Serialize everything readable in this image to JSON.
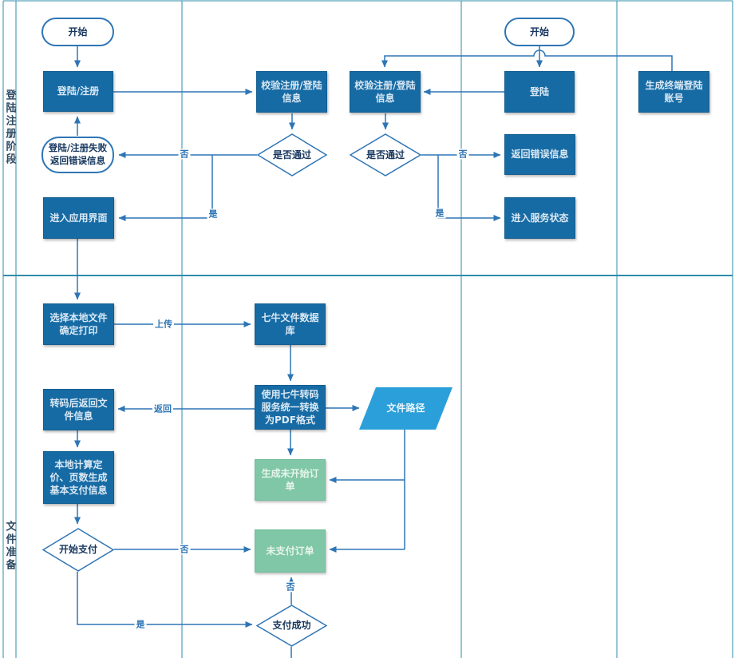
{
  "colors": {
    "process_fill": "#176BA4",
    "process_border": "#135E92",
    "process_text": "#D9E8F4",
    "green_fill": "#7FC7A6",
    "green_border": "#74BD9C",
    "green_text": "#E7F4EC",
    "io_fill": "#2B9FD9",
    "io_text": "#EAF5FC",
    "connector": "#2E75B5",
    "lane_line": "#2E8CA8",
    "dark_text": "#17375E"
  },
  "lanes": [
    {
      "label": "登陆注册阶段"
    },
    {
      "label": "文件准备"
    }
  ],
  "nodes": {
    "start_left": {
      "label": "开始",
      "type": "terminator"
    },
    "login_register": {
      "label": "登陆/注册",
      "type": "process"
    },
    "verify_left": {
      "label": "校验注册/登陆信息",
      "type": "process"
    },
    "pass_left": {
      "label": "是否通过",
      "type": "decision"
    },
    "fail_oval": {
      "label": "登陆/注册失败返回错误信息",
      "type": "terminator"
    },
    "enter_app": {
      "label": "进入应用界面",
      "type": "process"
    },
    "start_right": {
      "label": "开始",
      "type": "terminator"
    },
    "login_box": {
      "label": "登陆",
      "type": "process"
    },
    "gen_terminal": {
      "label": "生成终端登陆账号",
      "type": "process"
    },
    "verify_right": {
      "label": "校验注册/登陆信息",
      "type": "process"
    },
    "pass_right": {
      "label": "是否通过",
      "type": "decision"
    },
    "return_error": {
      "label": "返回错误信息",
      "type": "process"
    },
    "enter_service": {
      "label": "进入服务状态",
      "type": "process"
    },
    "select_file": {
      "label": "选择本地文件确定打印",
      "type": "process"
    },
    "qiniu_db": {
      "label": "七牛文件数据库",
      "type": "process"
    },
    "transcode": {
      "label": "使用七牛转码服务统一转换为PDF格式",
      "type": "process"
    },
    "file_path": {
      "label": "文件路径",
      "type": "io"
    },
    "return_file_info": {
      "label": "转码后返回文件信息",
      "type": "process"
    },
    "calc_price": {
      "label": "本地计算定价、页数生成基本支付信息",
      "type": "process"
    },
    "start_pay": {
      "label": "开始支付",
      "type": "decision"
    },
    "gen_order": {
      "label": "生成未开始订单",
      "type": "process-green"
    },
    "unpaid_order": {
      "label": "未支付订单",
      "type": "process-green"
    },
    "pay_success": {
      "label": "支付成功",
      "type": "decision"
    }
  },
  "edge_labels": {
    "no_left": "否",
    "yes_left": "是",
    "no_right": "否",
    "yes_right": "是",
    "upload": "上传",
    "return": "返回",
    "no_pay": "否",
    "yes_pay": "是",
    "no_success": "否"
  }
}
